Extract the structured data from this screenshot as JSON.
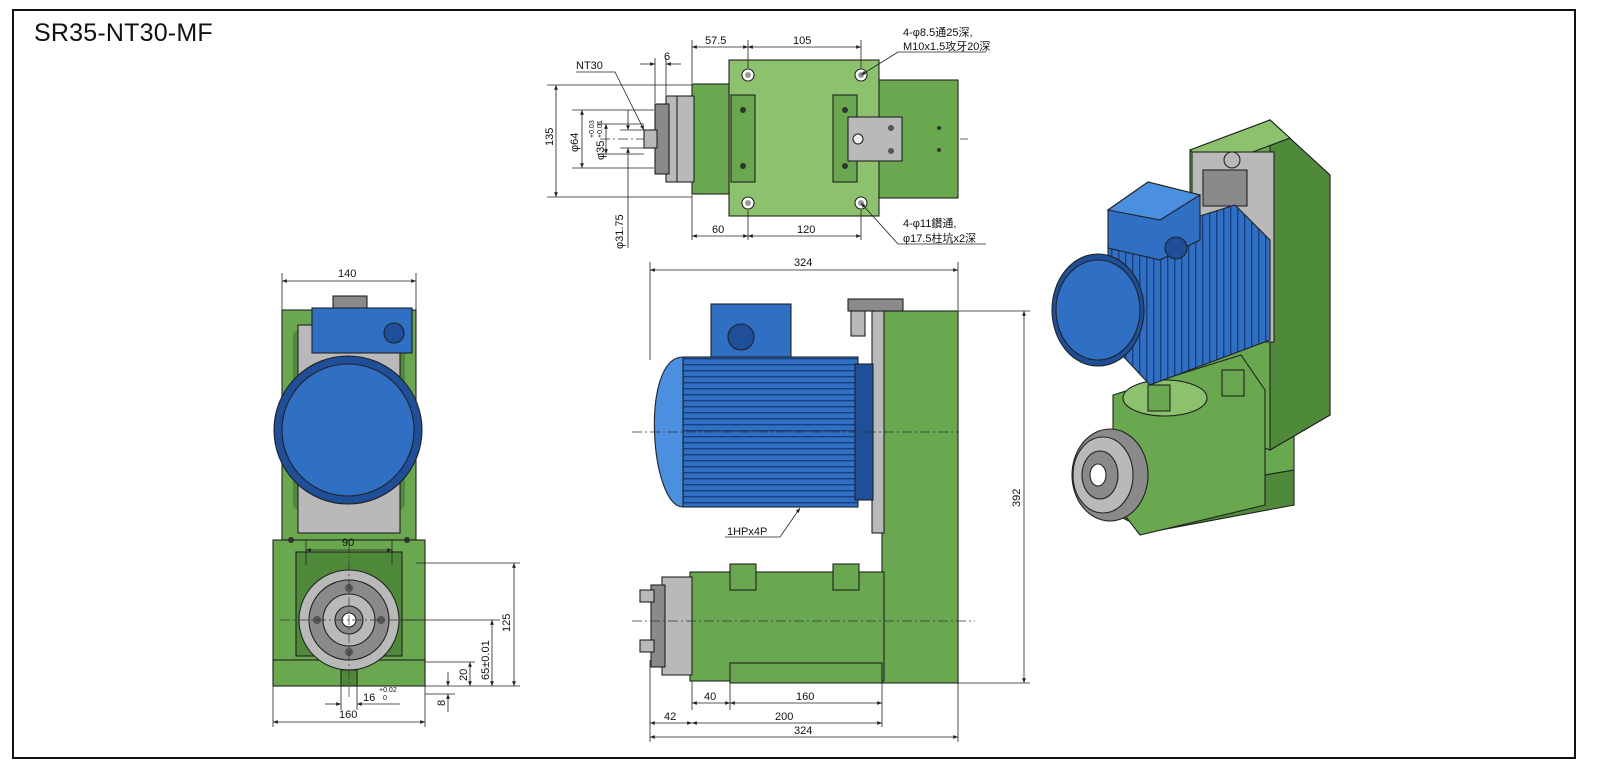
{
  "title": "SR35-NT30-MF",
  "top_view": {
    "dims": {
      "d6": "6",
      "d57_5": "57.5",
      "d105": "105",
      "d135": "135",
      "d60": "60",
      "d120": "120",
      "phi64": "φ64",
      "phi35": "φ35",
      "phi35_tol_upper": "+0.03",
      "phi35_tol_lower": "+0.01",
      "phi31_75": "φ31.75"
    },
    "labels": {
      "nt30": "NT30",
      "note_top_1": "4-φ8.5通25深,",
      "note_top_2": "M10x1.5攻牙20深",
      "note_bot_1": "4-φ11鑽通,",
      "note_bot_2": "φ17.5柱坑x2深"
    }
  },
  "front_view": {
    "dims": {
      "d140": "140",
      "d90": "90",
      "d125": "125",
      "d65": "65±0.01",
      "d20": "20",
      "d8": "8",
      "d16": "16",
      "d16_tol_upper": "+0.02",
      "d16_tol_lower": "0",
      "d160": "160"
    }
  },
  "side_view": {
    "dims": {
      "d324_top": "324",
      "d392": "392",
      "d40": "40",
      "d160": "160",
      "d42": "42",
      "d200": "200",
      "d324_bottom": "324"
    },
    "labels": {
      "motor": "1HPx4P"
    }
  },
  "colors": {
    "housing_green": "#6aa84f",
    "motor_blue": "#2f6fc4",
    "steel": "#b9b9b9"
  }
}
